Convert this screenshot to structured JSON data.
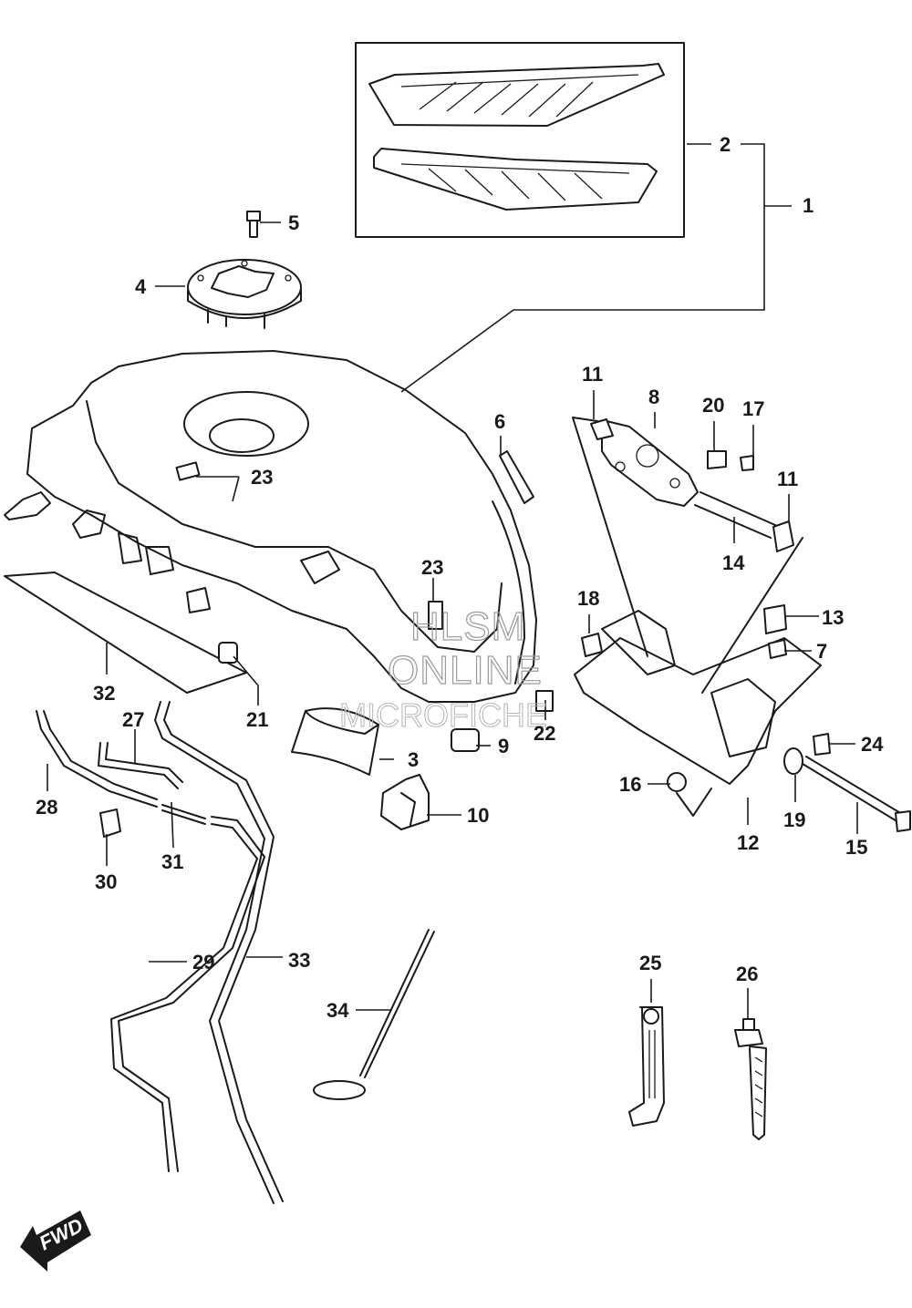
{
  "callouts": [
    "1",
    "2",
    "3",
    "4",
    "5",
    "6",
    "7",
    "8",
    "9",
    "10",
    "11",
    "11",
    "12",
    "13",
    "14",
    "15",
    "16",
    "17",
    "18",
    "19",
    "20",
    "21",
    "22",
    "23",
    "23",
    "24",
    "25",
    "26",
    "27",
    "28",
    "29",
    "30",
    "31",
    "32",
    "33",
    "34"
  ],
  "watermark": {
    "line1": "HLSM",
    "line2": "ONLINE",
    "line3": "MICROFICHE"
  },
  "fwd_label": "FWD"
}
